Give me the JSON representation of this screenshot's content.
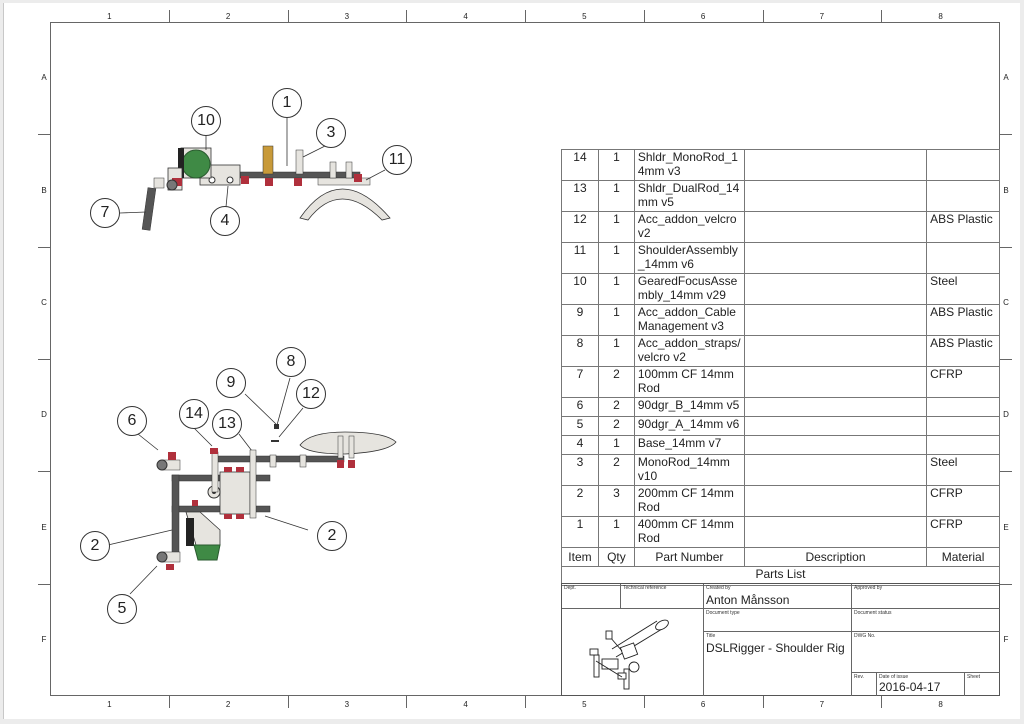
{
  "drawing": {
    "zones": {
      "columns": [
        "1",
        "2",
        "3",
        "4",
        "5",
        "6",
        "7",
        "8"
      ],
      "rows": [
        "A",
        "B",
        "C",
        "D",
        "E",
        "F"
      ]
    },
    "views": {
      "side_view": {
        "balloons": [
          "1",
          "3",
          "4",
          "7",
          "10",
          "11"
        ]
      },
      "top_view": {
        "balloons": [
          "2",
          "2",
          "5",
          "6",
          "8",
          "9",
          "12",
          "13",
          "14"
        ]
      }
    },
    "colors": {
      "line": "#666666",
      "part_red": "#b0303c",
      "part_green": "#3f8a45",
      "part_tan": "#c89a3a",
      "rod_dark": "#555555",
      "part_light": "#e6e4df"
    }
  },
  "parts_list": {
    "title": "Parts List",
    "headers": {
      "item": "Item",
      "qty": "Qty",
      "part_number": "Part Number",
      "description": "Description",
      "material": "Material"
    },
    "rows": [
      {
        "item": "14",
        "qty": "1",
        "part": [
          "Shldr_MonoRod_1",
          "4mm v3"
        ],
        "description": "",
        "material": ""
      },
      {
        "item": "13",
        "qty": "1",
        "part": [
          "Shldr_DualRod_14",
          "mm v5"
        ],
        "description": "",
        "material": ""
      },
      {
        "item": "12",
        "qty": "1",
        "part": [
          "Acc_addon_velcro",
          "v2"
        ],
        "description": "",
        "material": "ABS Plastic"
      },
      {
        "item": "11",
        "qty": "1",
        "part": [
          "ShoulderAssembly",
          "_14mm v6"
        ],
        "description": "",
        "material": ""
      },
      {
        "item": "10",
        "qty": "1",
        "part": [
          "GearedFocusAsse",
          "mbly_14mm v29"
        ],
        "description": "",
        "material": "Steel"
      },
      {
        "item": "9",
        "qty": "1",
        "part": [
          "Acc_addon_Cable",
          "Management v3"
        ],
        "description": "",
        "material": "ABS Plastic"
      },
      {
        "item": "8",
        "qty": "1",
        "part": [
          "Acc_addon_straps/",
          "velcro v2"
        ],
        "description": "",
        "material": "ABS Plastic"
      },
      {
        "item": "7",
        "qty": "2",
        "part": [
          "100mm CF 14mm",
          "Rod"
        ],
        "description": "",
        "material": "CFRP"
      },
      {
        "item": "6",
        "qty": "2",
        "part": [
          "90dgr_B_14mm v5"
        ],
        "description": "",
        "material": ""
      },
      {
        "item": "5",
        "qty": "2",
        "part": [
          "90dgr_A_14mm v6"
        ],
        "description": "",
        "material": ""
      },
      {
        "item": "4",
        "qty": "1",
        "part": [
          "Base_14mm v7"
        ],
        "description": "",
        "material": ""
      },
      {
        "item": "3",
        "qty": "2",
        "part": [
          "MonoRod_14mm",
          "v10"
        ],
        "description": "",
        "material": "Steel"
      },
      {
        "item": "2",
        "qty": "3",
        "part": [
          "200mm CF 14mm",
          "Rod"
        ],
        "description": "",
        "material": "CFRP"
      },
      {
        "item": "1",
        "qty": "1",
        "part": [
          "400mm CF 14mm",
          "Rod"
        ],
        "description": "",
        "material": "CFRP"
      }
    ]
  },
  "title_block": {
    "dept_label": "Dept.",
    "dept_value": "",
    "tech_ref_label": "Technical reference",
    "tech_ref_value": "",
    "created_by_label": "Created by",
    "created_by_value": "Anton Månsson",
    "approved_by_label": "Approved by",
    "approved_by_value": "",
    "doc_type_label": "Document type",
    "doc_type_value": "",
    "doc_status_label": "Document status",
    "doc_status_value": "",
    "title_label": "Title",
    "title_value": "DSLRigger - Shoulder Rig",
    "dwg_no_label": "DWG No.",
    "dwg_no_value": "",
    "rev_label": "Rev.",
    "rev_value": "",
    "date_label": "Date of issue",
    "date_value": "2016-04-17",
    "sheet_label": "Sheet",
    "sheet_value": ""
  }
}
